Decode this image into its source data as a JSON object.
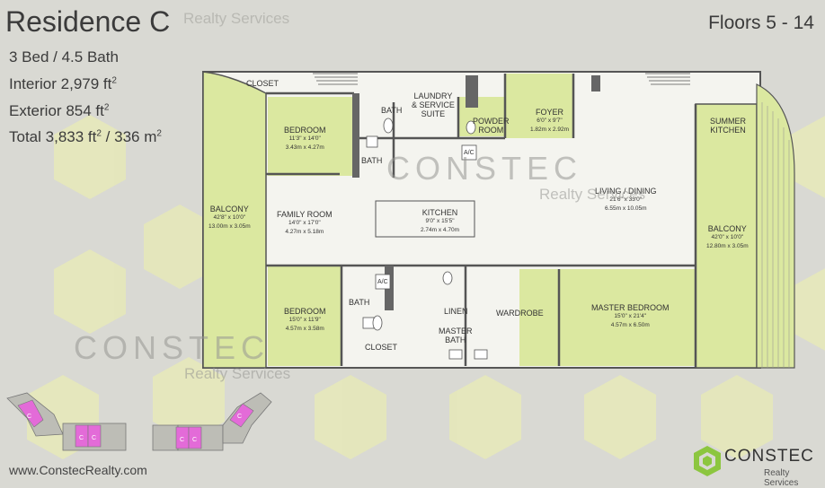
{
  "header": {
    "title": "Residence C",
    "brand_top": "Realty Services",
    "floors": "Floors 5 - 14"
  },
  "stats": {
    "beds_baths": "3 Bed / 4.5 Bath",
    "interior_label": "Interior",
    "interior_value": "2,979 ft",
    "exterior_label": "Exterior",
    "exterior_value": "854 ft",
    "total_label": "Total",
    "total_value_ft": "3,833 ft",
    "total_sep": "/",
    "total_value_m": "336 m",
    "sup": "2"
  },
  "watermarks": {
    "brand": "CONSTEC",
    "sub": "Realty Services"
  },
  "rooms": {
    "closet_top": {
      "name": "CLOSET"
    },
    "bath_top": {
      "name": "BATH"
    },
    "laundry": {
      "name": "LAUNDRY",
      "name2": "& SERVICE",
      "name3": "SUITE"
    },
    "powder": {
      "name": "POWDER",
      "name2": "ROOM"
    },
    "foyer": {
      "name": "FOYER",
      "imp": "6'0\" x 9'7\"",
      "met": "1.82m x 2.92m"
    },
    "summer_kitchen": {
      "name": "SUMMER",
      "name2": "KITCHEN"
    },
    "bedroom_top": {
      "name": "BEDROOM",
      "imp": "11'3\" x 14'0\"",
      "met": "3.43m x 4.27m"
    },
    "bath_mid": {
      "name": "BATH"
    },
    "living": {
      "name": "LIVING / DINING",
      "imp": "21'6\" x 33'0\"",
      "met": "6.55m x 10.05m"
    },
    "balcony_left": {
      "name": "BALCONY",
      "imp": "42'8\" x 10'0\"",
      "met": "13.00m x 3.05m"
    },
    "family": {
      "name": "FAMILY ROOM",
      "imp": "14'0\" x 17'0\"",
      "met": "4.27m x 5.18m"
    },
    "kitchen": {
      "name": "KITCHEN",
      "imp": "9'0\" x 15'5\"",
      "met": "2.74m x 4.70m"
    },
    "balcony_right": {
      "name": "BALCONY",
      "imp": "42'0\" x 10'0\"",
      "met": "12.80m x 3.05m"
    },
    "bath_low": {
      "name": "BATH"
    },
    "bedroom_low": {
      "name": "BEDROOM",
      "imp": "15'0\" x 11'9\"",
      "met": "4.57m x 3.58m"
    },
    "closet_low": {
      "name": "CLOSET"
    },
    "linen": {
      "name": "LINEN"
    },
    "wardrobe": {
      "name": "WARDROBE"
    },
    "master_bath": {
      "name": "MASTER",
      "name2": "BATH"
    },
    "master_bed": {
      "name": "MASTER BEDROOM",
      "imp": "15'0\" x 21'4\"",
      "met": "4.57m x 6.50m"
    },
    "ac": "A/C"
  },
  "keymap": {
    "unit_label": "C",
    "unit_label_alt": "C",
    "highlight_color": "#e36bd8"
  },
  "footer": {
    "website": "www.ConstecRealty.com",
    "logo_name": "CONSTEC",
    "logo_sub": "Realty Services"
  },
  "colors": {
    "background": "#d9d9d3",
    "hex_yellow": "#e7eab5",
    "floor_green": "#dbe8a0",
    "floor_white": "#f4f4ef",
    "wall": "#555555",
    "logo_green": "#8cc63f"
  }
}
